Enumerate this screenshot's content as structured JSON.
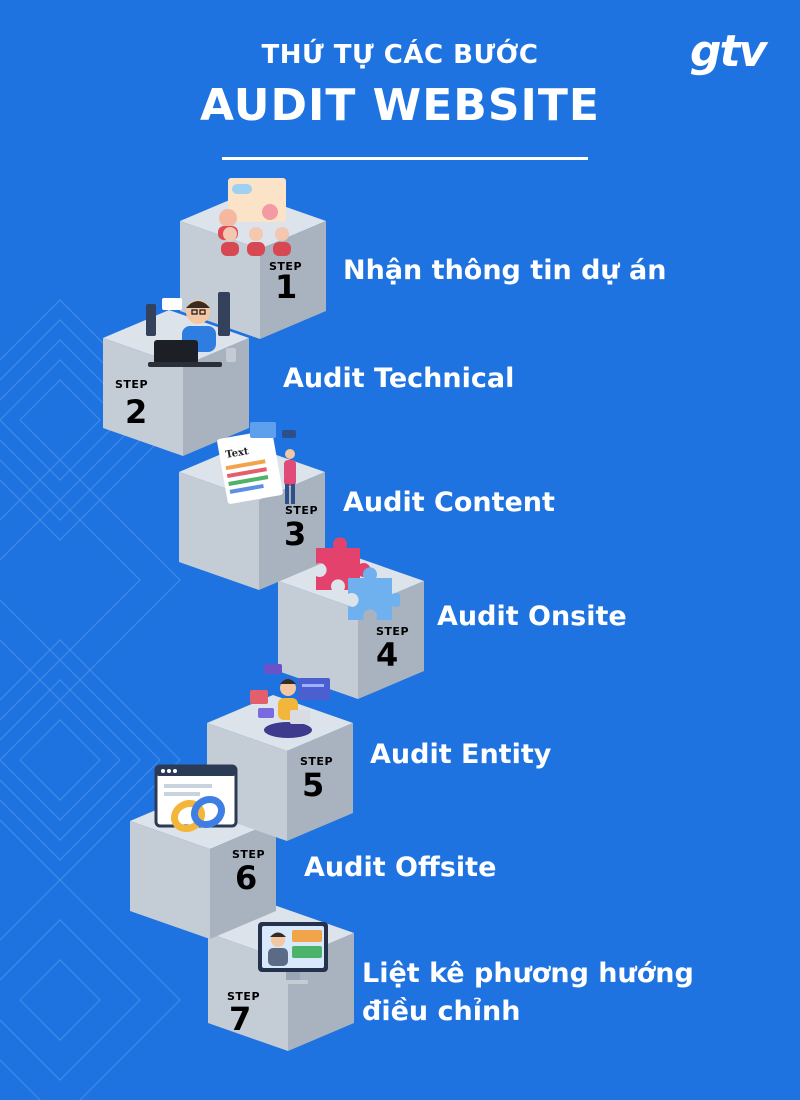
{
  "header": {
    "subtitle": "THỨ TỰ CÁC BƯỚC",
    "title": "AUDIT WEBSITE",
    "logo": "gtv"
  },
  "steps": [
    {
      "step_word": "STEP",
      "number": "1",
      "label": "Nhận thông tin dự án"
    },
    {
      "step_word": "STEP",
      "number": "2",
      "label": "Audit Technical"
    },
    {
      "step_word": "STEP",
      "number": "3",
      "label": "Audit Content"
    },
    {
      "step_word": "STEP",
      "number": "4",
      "label": "Audit Onsite"
    },
    {
      "step_word": "STEP",
      "number": "5",
      "label": "Audit Entity"
    },
    {
      "step_word": "STEP",
      "number": "6",
      "label": "Audit Offsite"
    },
    {
      "step_word": "STEP",
      "number": "7",
      "label_line1": "Liệt kê phương hướng",
      "label_line2": "điều chỉnh"
    }
  ],
  "illustrations": {
    "step1": "team-meeting-icon",
    "step2": "developer-laptop-icon",
    "step3": "content-document-icon",
    "step4": "puzzle-pieces-icon",
    "step5": "person-with-laptop-icon",
    "step6": "link-chain-browser-icon",
    "step7": "presenter-monitor-icon"
  },
  "colors": {
    "background": "#1f73e0",
    "cube_top": "#dde3ea",
    "cube_left": "#c4ccd6",
    "cube_right": "#a9b3bf",
    "text": "#ffffff"
  }
}
